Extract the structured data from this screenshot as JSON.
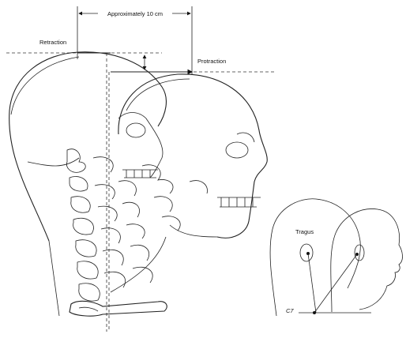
{
  "figure": {
    "measure_label": "Approximately 10 cm",
    "retraction_label": "Retraction",
    "protraction_label": "Protraction",
    "tragus_label": "Tragus",
    "c7_label": "C7"
  }
}
